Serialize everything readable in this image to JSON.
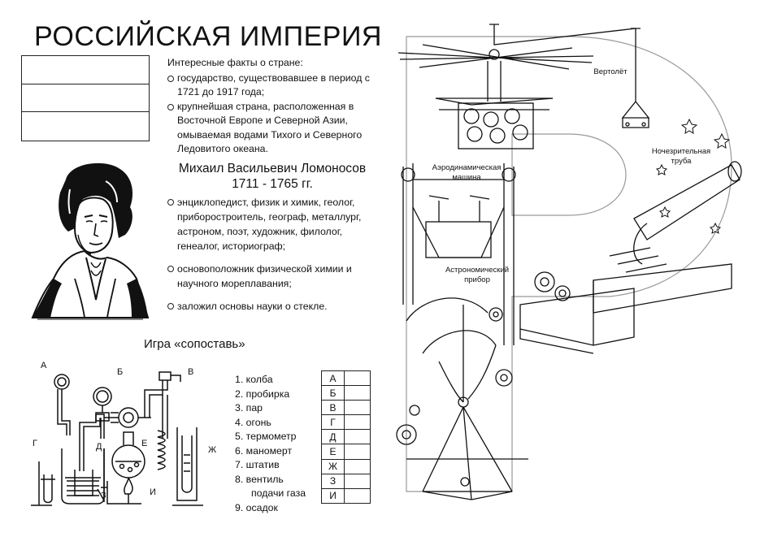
{
  "title": "РОССИЙСКАЯ ИМПЕРИЯ",
  "facts": {
    "heading": "Интересные факты о стране:",
    "items": [
      "государство, существовавшее в период с 1721 до 1917 года;",
      "крупнейшая страна, расположенная в Восточной Европе и Северной Азии, омываемая водами Тихого и Северного Ледовитого океана."
    ]
  },
  "person": {
    "name": "Михаил Васильевич Ломоносов",
    "years": "1711 - 1765 гг.",
    "items": [
      "энциклопедист, физик и химик, геолог, приборостроитель, географ, металлург, астроном, поэт, художник, филолог, генеалог, историограф;",
      "основоположник физической химии и научного мореплавания;",
      "заложил основы науки о стекле."
    ]
  },
  "game": {
    "title": "Игра «сопоставь»",
    "diagram_letters": [
      "А",
      "Б",
      "В",
      "Г",
      "Д",
      "Е",
      "Ж",
      "З",
      "И"
    ],
    "items": [
      "1. колба",
      "2. пробирка",
      "3. пар",
      "4. огонь",
      "5. термометр",
      "6. маномерт",
      "7. штатив",
      "8. вентиль",
      "подачи газа",
      "9. осадок"
    ],
    "grid_letters": [
      "А",
      "Б",
      "В",
      "Г",
      "Д",
      "Е",
      "Ж",
      "З",
      "И"
    ]
  },
  "inventions": {
    "helicopter": "Вертолёт",
    "telescope_line1": "Ночезрительная",
    "telescope_line2": "труба",
    "aero_line1": "Аэродинамическая",
    "aero_line2": "машина",
    "astro_line1": "Астрономический",
    "astro_line2": "прибор"
  }
}
